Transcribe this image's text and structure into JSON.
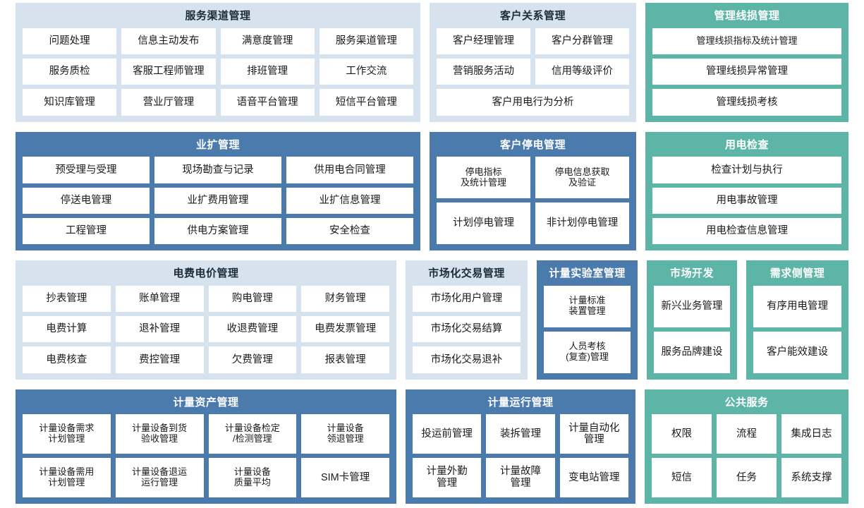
{
  "colors": {
    "panel_light_blue": "#d6e3ef",
    "panel_dark_blue": "#4b7aad",
    "panel_teal": "#5cb5a7",
    "tile_background": "#ffffff",
    "page_background": "#ffffff"
  },
  "bands": [
    {
      "panels": [
        {
          "title": "服务渠道管理",
          "style": "blue-light",
          "rows": [
            [
              "问题处理",
              "信息主动发布",
              "满意度管理",
              "服务渠道管理"
            ],
            [
              "服务质检",
              "客服工程师管理",
              "排班管理",
              "工作交流"
            ],
            [
              "知识库管理",
              "营业厅管理",
              "语音平台管理",
              "短信平台管理"
            ]
          ]
        },
        {
          "title": "客户关系管理",
          "style": "blue-light",
          "rows": [
            [
              "客户经理管理",
              "客户分群管理"
            ],
            [
              "营销服务活动",
              "信用等级评价"
            ],
            [
              "客户用电行为分析"
            ]
          ]
        },
        {
          "title": "管理线损管理",
          "style": "teal",
          "rows": [
            [
              "管理线损指标及统计管理"
            ],
            [
              "管理线损异常管理"
            ],
            [
              "管理线损考核"
            ]
          ]
        }
      ]
    },
    {
      "panels": [
        {
          "title": "业扩管理",
          "style": "blue-dark",
          "rows": [
            [
              "预受理与受理",
              "现场勘查与记录",
              "供用电合同管理"
            ],
            [
              "停送电管理",
              "业扩费用管理",
              "业扩信息管理"
            ],
            [
              "工程管理",
              "供电方案管理",
              "安全检查"
            ]
          ]
        },
        {
          "title": "客户停电管理",
          "style": "blue-dark",
          "rows": [
            [
              "停电指标\n及统计管理",
              "停电信息获取\n及验证"
            ],
            [
              "计划停电管理",
              "非计划停电管理"
            ]
          ]
        },
        {
          "title": "用电检查",
          "style": "teal",
          "rows": [
            [
              "检查计划与执行"
            ],
            [
              "用电事故管理"
            ],
            [
              "用电检查信息管理"
            ]
          ]
        }
      ]
    },
    {
      "panels": [
        {
          "title": "电费电价管理",
          "style": "blue-light",
          "rows": [
            [
              "抄表管理",
              "账单管理",
              "购电管理",
              "财务管理"
            ],
            [
              "电费计算",
              "退补管理",
              "收退费管理",
              "电费发票管理"
            ],
            [
              "电费核查",
              "费控管理",
              "欠费管理",
              "报表管理"
            ]
          ]
        },
        {
          "title": "市场化交易管理",
          "style": "blue-light",
          "rows": [
            [
              "市场化用户管理"
            ],
            [
              "市场化交易结算"
            ],
            [
              "市场化交易退补"
            ]
          ]
        },
        {
          "title": "计量实验室管理",
          "style": "blue-dark",
          "rows": [
            [
              "计量标准\n装置管理"
            ],
            [
              "人员考核\n(复查)管理"
            ]
          ]
        },
        {
          "title": "市场开发",
          "style": "teal",
          "rows": [
            [
              "新兴业务管理"
            ],
            [
              "服务品牌建设"
            ]
          ]
        },
        {
          "title": "需求侧管理",
          "style": "teal",
          "rows": [
            [
              "有序用电管理"
            ],
            [
              "客户能效建设"
            ]
          ]
        }
      ]
    },
    {
      "panels": [
        {
          "title": "计量资产管理",
          "style": "blue-dark",
          "rows": [
            [
              "计量设备需求\n计划管理",
              "计量设备到货\n验收管理",
              "计量设备检定\n/检测管理",
              "计量设备\n领退管理"
            ],
            [
              "计量设备需用\n计划管理",
              "计量设备退运\n运行管理",
              "计量设备\n质量平均",
              "SIM卡管理"
            ]
          ]
        },
        {
          "title": "计量运行管理",
          "style": "blue-dark",
          "rows": [
            [
              "投运前管理",
              "装拆管理",
              "计量自动化\n管理"
            ],
            [
              "计量外勤\n管理",
              "计量故障\n管理",
              "变电站管理"
            ]
          ]
        },
        {
          "title": "公共服务",
          "style": "teal",
          "rows": [
            [
              "权限",
              "流程",
              "集成日志"
            ],
            [
              "短信",
              "任务",
              "系统支撑"
            ]
          ]
        }
      ]
    }
  ]
}
